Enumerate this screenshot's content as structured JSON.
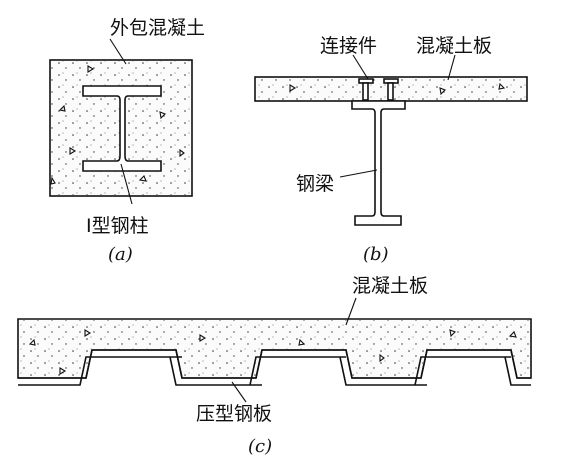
{
  "panel_a": {
    "label_concrete": "外包混凝土",
    "label_column": "I型钢柱",
    "caption": "(a)"
  },
  "panel_b": {
    "label_connector": "连接件",
    "label_slab": "混凝土板",
    "label_beam": "钢梁",
    "caption": "(b)"
  },
  "panel_c": {
    "label_slab": "混凝土板",
    "label_deck": "压型钢板",
    "caption": "(c)"
  },
  "colors": {
    "line": "#111111",
    "background": "#ffffff"
  }
}
